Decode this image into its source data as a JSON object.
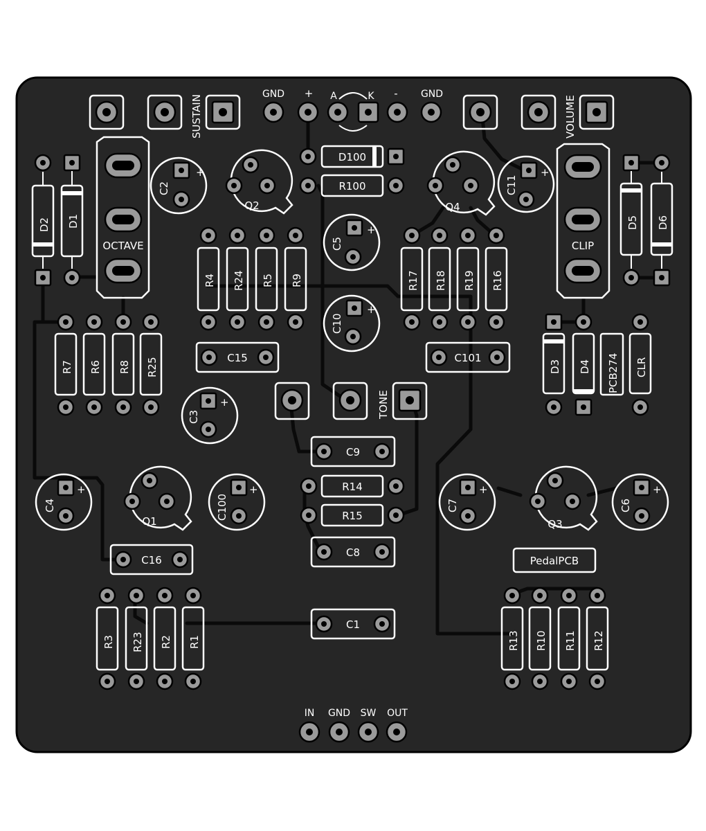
{
  "board": {
    "name": "PCB274",
    "brand": "PedalPCB",
    "colors": {
      "board": "#262626",
      "silk": "#ffffff",
      "pad": "#9a9a9a",
      "trace": "#0a0a0a",
      "edge": "#000000"
    }
  },
  "header_labels": {
    "gnd1": "GND",
    "plus": "+",
    "a": "A",
    "k": "K",
    "minus": "-",
    "gnd2": "GND"
  },
  "pot_labels": {
    "sustain": "SUSTAIN",
    "volume": "VOLUME",
    "tone": "TONE"
  },
  "switch_labels": {
    "octave": "OCTAVE",
    "clip": "CLIP"
  },
  "io_labels": {
    "in": "IN",
    "gnd": "GND",
    "sw": "SW",
    "out": "OUT"
  },
  "resistors": {
    "r1": "R1",
    "r2": "R2",
    "r3": "R3",
    "r4": "R4",
    "r5": "R5",
    "r6": "R6",
    "r7": "R7",
    "r8": "R8",
    "r9": "R9",
    "r10": "R10",
    "r11": "R11",
    "r12": "R12",
    "r13": "R13",
    "r14": "R14",
    "r15": "R15",
    "r16": "R16",
    "r17": "R17",
    "r18": "R18",
    "r19": "R19",
    "r23": "R23",
    "r24": "R24",
    "r25": "R25",
    "r100": "R100"
  },
  "film_caps": {
    "c1": "C1",
    "c8": "C8",
    "c9": "C9",
    "c15": "C15",
    "c16": "C16",
    "c101": "C101"
  },
  "electrolytic_caps": {
    "c2": "C2",
    "c3": "C3",
    "c4": "C4",
    "c5": "C5",
    "c6": "C6",
    "c7": "C7",
    "c10": "C10",
    "c11": "C11",
    "c100": "C100",
    "polarity": "+"
  },
  "diodes": {
    "d1": "D1",
    "d2": "D2",
    "d3": "D3",
    "d4": "D4",
    "d5": "D5",
    "d6": "D6",
    "d100": "D100"
  },
  "transistors": {
    "q1": "Q1",
    "q2": "Q2",
    "q3": "Q3",
    "q4": "Q4"
  },
  "misc": {
    "pcb": "PCB274",
    "clr": "CLR"
  }
}
